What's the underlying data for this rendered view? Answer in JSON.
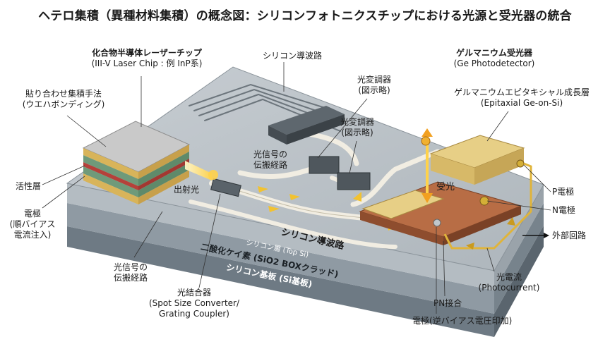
{
  "title": "ヘテロ集積（異種材料集積）の概念図：シリコンフォトニクスチップにおける光源と受光器の統合",
  "labels": {
    "laser_chip": "化合物半導体レーザーチップ",
    "laser_chip_en": "(III-V Laser Chip : 例 InP系)",
    "bonding": "貼り合わせ集積手法",
    "bonding_en": "(ウエハボンディング)",
    "active_layer": "活性層",
    "electrode_1": "電極",
    "electrode_2": "(順バイアス",
    "electrode_3": "電流注入)",
    "emitted_light": "出射光",
    "prop_path_top_1": "光信号の",
    "prop_path_top_2": "伝搬経路",
    "prop_path_bottom_1": "光信号の",
    "prop_path_bottom_2": "伝搬経路",
    "coupler": "光結合器",
    "coupler_en_1": "(Spot Size Converter/",
    "coupler_en_2": "Grating Coupler)",
    "si_waveguide_top": "シリコン導波路",
    "si_waveguide_main": "シリコン導波路",
    "modulator_1a": "光変調器",
    "modulator_1b": "(図示略)",
    "modulator_2a": "光変調器",
    "modulator_2b": "(図示略)",
    "ge_pd": "ゲルマニウム受光器",
    "ge_pd_en": "(Ge Photodetector)",
    "ge_epi": "ゲルマニウムエピタキシャル成長層",
    "ge_epi_en": "(Epitaxial Ge-on-Si)",
    "light_receive": "受光",
    "p_electrode": "P電極",
    "n_electrode": "N電極",
    "external_circuit": "外部回路",
    "photocurrent": "光電流",
    "photocurrent_en": "(Photocurrent)",
    "pn_junction": "PN接合",
    "pd_electrode": "電極(逆バイアス電圧印加)",
    "top_si_layer": "シリコン層 (Top Si)",
    "box_layer": "二酸化ケイ素 (SiO2 BOXクラッド)",
    "substrate": "シリコン基板 (Si基板)"
  },
  "colors": {
    "top_si": "#b9c0c6",
    "box": "#8f9aa3",
    "substrate": "#6e7a84",
    "waveguide": "#f1ede2",
    "laser_top": "#c9c9c9",
    "laser_gold": "#d8b45a",
    "laser_green": "#6f9a7a",
    "laser_red": "#b5413a",
    "ge_gold": "#e7cf86",
    "pd_copper": "#b86d45",
    "light": "#ffd24a"
  }
}
